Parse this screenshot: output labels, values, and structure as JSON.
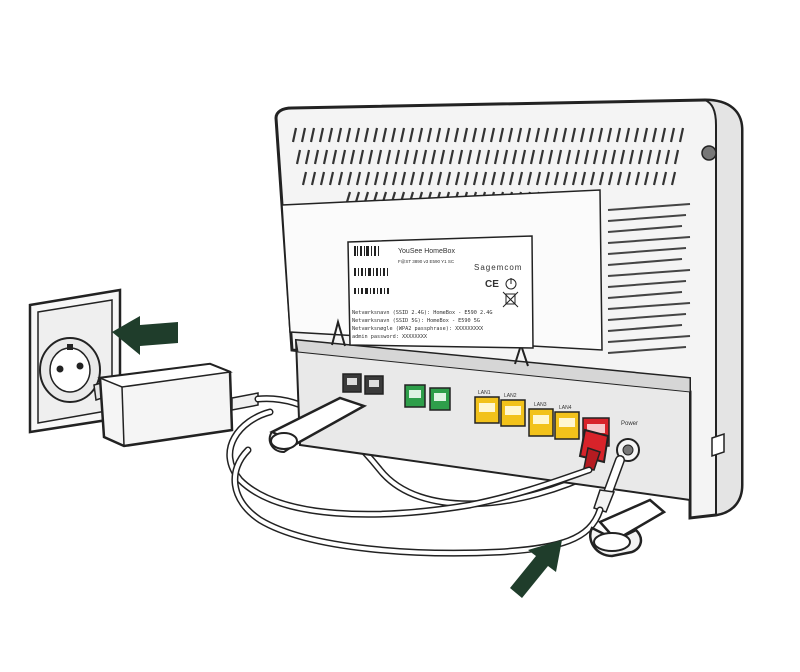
{
  "colors": {
    "outline": "#222222",
    "router_body": "#f4f4f4",
    "router_shade": "#e2e2e2",
    "arrow": "#1f3d2b",
    "phone_port": "#3a3a3a",
    "green_port": "#2e9e4a",
    "yellow_port": "#f2c21b",
    "red_port": "#d8232a"
  },
  "label_sticker": {
    "product": "YouSee HomeBox",
    "model_line": "F@ST 3890 v3   E590 Y1 SC",
    "brand": "Sagemcom",
    "wifi_24": "Netværksnavn (SSID 2.4G): HomeBox - E590 2.4G",
    "wifi_5": "Netværksnavn (SSID 5G): HomeBox - E590 5G",
    "wpa_key": "Netværksnøgle (WPA2 passphrase): XXXXXXXXX",
    "admin_password": "admin password: XXXXXXXX",
    "ce_mark": "CE"
  },
  "port_labels": {
    "lan1": "LAN1",
    "lan2": "LAN2",
    "lan3": "LAN3",
    "lan4": "LAN4",
    "power": "Power"
  },
  "icons": [
    "power-outlet-icon",
    "power-adapter-icon",
    "arrow-icon"
  ]
}
